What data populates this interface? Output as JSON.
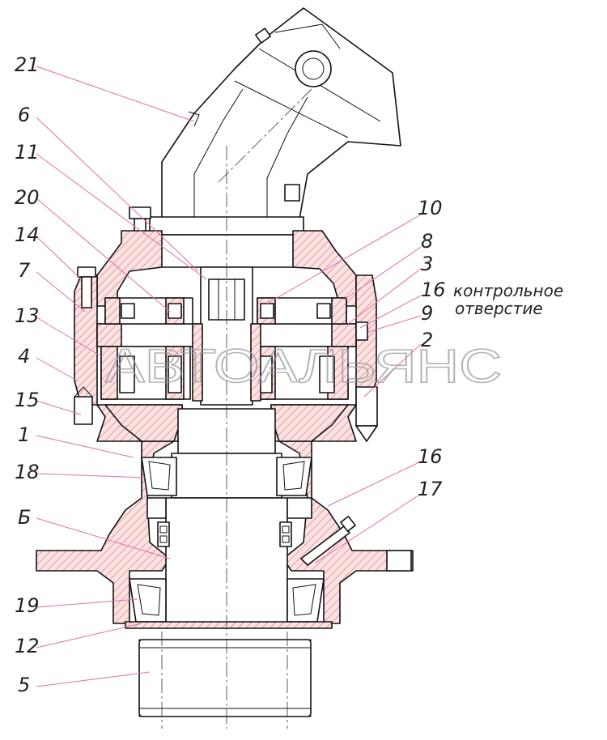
{
  "drawing": {
    "watermark": "АВТОАЛЬЯНС",
    "note_line1": "контрольное",
    "note_line2": "отверстие",
    "labels": [
      "21",
      "6",
      "11",
      "20",
      "14",
      "7",
      "13",
      "4",
      "15",
      "1",
      "18",
      "Б",
      "19",
      "12",
      "5",
      "10",
      "8",
      "3",
      "16",
      "9",
      "2",
      "16",
      "17"
    ]
  },
  "colors": {
    "section_hatch": "#e07a7a",
    "leader_line": "#e06fa8",
    "outline": "#111111"
  }
}
